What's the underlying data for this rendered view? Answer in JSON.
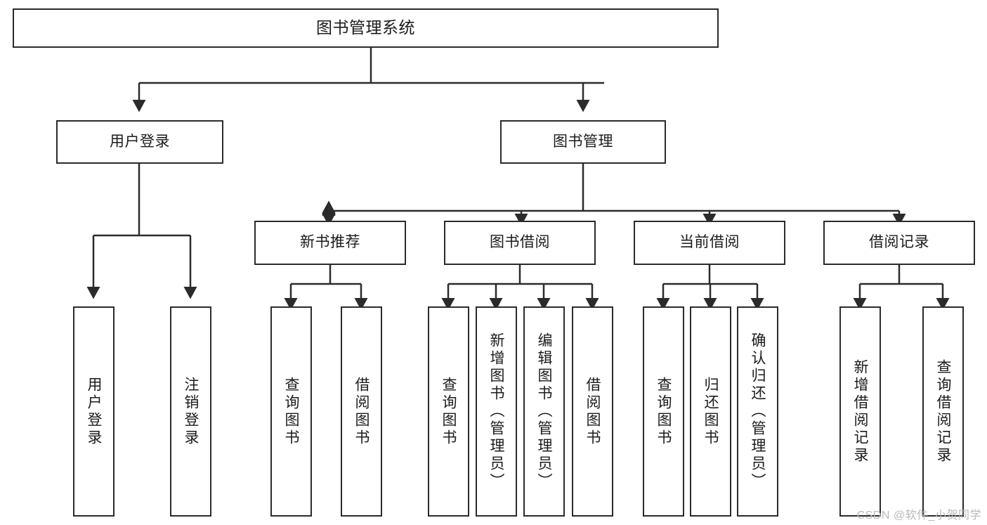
{
  "diagram": {
    "title": "图书管理系统",
    "watermark": "CSDN @软件_小贺同学",
    "colors": {
      "stroke": "#2b2b2b",
      "fill": "#ffffff",
      "text": "#1b1b1b",
      "watermark": "#b9b9b9"
    },
    "root": {
      "label": "图书管理系统"
    },
    "level1": [
      {
        "label": "用户登录"
      },
      {
        "label": "图书管理"
      }
    ],
    "level2": [
      {
        "label": "新书推荐"
      },
      {
        "label": "图书借阅"
      },
      {
        "label": "当前借阅"
      },
      {
        "label": "借阅记录"
      }
    ],
    "leaves": {
      "user_login": [
        {
          "label": "用户登录"
        },
        {
          "label": "注销登录"
        }
      ],
      "new_book": [
        {
          "label": "查询图书"
        },
        {
          "label": "借阅图书"
        }
      ],
      "book_borrow": [
        {
          "label": "查询图书"
        },
        {
          "label": "新增图书（管理员）"
        },
        {
          "label": "编辑图书（管理员）"
        },
        {
          "label": "借阅图书"
        }
      ],
      "current_borrow": [
        {
          "label": "查询图书"
        },
        {
          "label": "归还图书"
        },
        {
          "label": "确认归还（管理员）"
        }
      ],
      "borrow_record": [
        {
          "label": "新增借阅记录"
        },
        {
          "label": "查询借阅记录"
        }
      ]
    }
  }
}
